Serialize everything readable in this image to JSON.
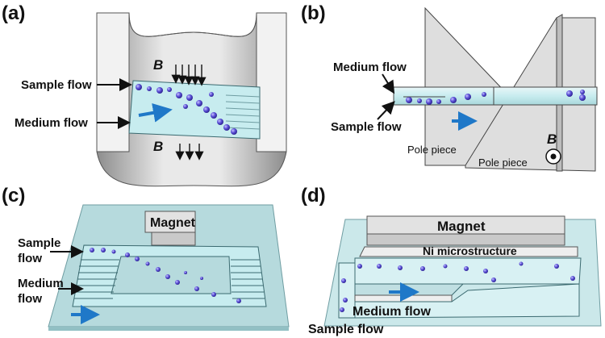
{
  "panels": {
    "a": {
      "label": "(a)",
      "field_top": "B",
      "field_bottom": "B",
      "sample_flow": "Sample flow",
      "medium_flow": "Medium flow"
    },
    "b": {
      "label": "(b)",
      "medium_flow": "Medium flow",
      "sample_flow": "Sample flow",
      "pole_piece_left": "Pole piece",
      "pole_piece_right": "Pole piece",
      "field": "B"
    },
    "c": {
      "label": "(c)",
      "magnet": "Magnet",
      "sample_flow_line1": "Sample",
      "sample_flow_line2": "flow",
      "medium_flow_line1": "Medium",
      "medium_flow_line2": "flow"
    },
    "d": {
      "label": "(d)",
      "magnet": "Magnet",
      "ni_microstructure": "Ni microstructure",
      "medium_flow": "Medium flow",
      "sample_flow": "Sample flow"
    }
  },
  "colors": {
    "channel_fluid": "#c7ecef",
    "substrate": "#b6dadd",
    "magnet_gray": "#d6d6d6",
    "bead_blue": "#5a4fd6",
    "flow_arrow_blue": "#1f78c8"
  }
}
